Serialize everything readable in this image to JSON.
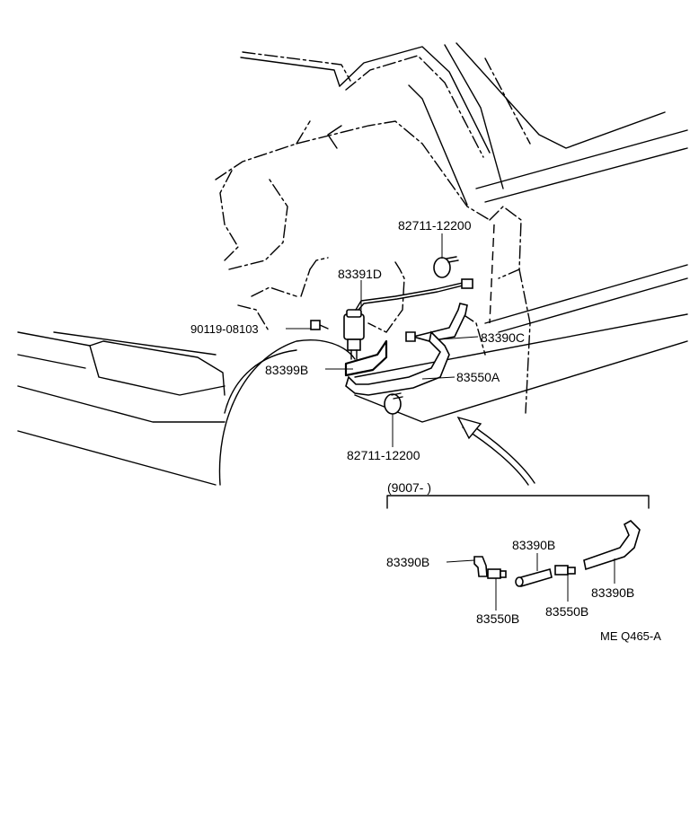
{
  "diagram": {
    "drawing_code": "ME Q465-A",
    "inset_header": "(9007-        )",
    "labels": {
      "clip_top": "82711-12200",
      "wire": "83391D",
      "screw": "90119-08103",
      "hose_c": "83390C",
      "bracket": "83399B",
      "hose_a": "83550A",
      "clip_bottom": "82711-12200",
      "inset_hose_left": "83390B",
      "inset_hose_mid": "83390B",
      "inset_hose_right": "83390B",
      "inset_joint_left": "83550B",
      "inset_joint_right": "83550B"
    }
  }
}
